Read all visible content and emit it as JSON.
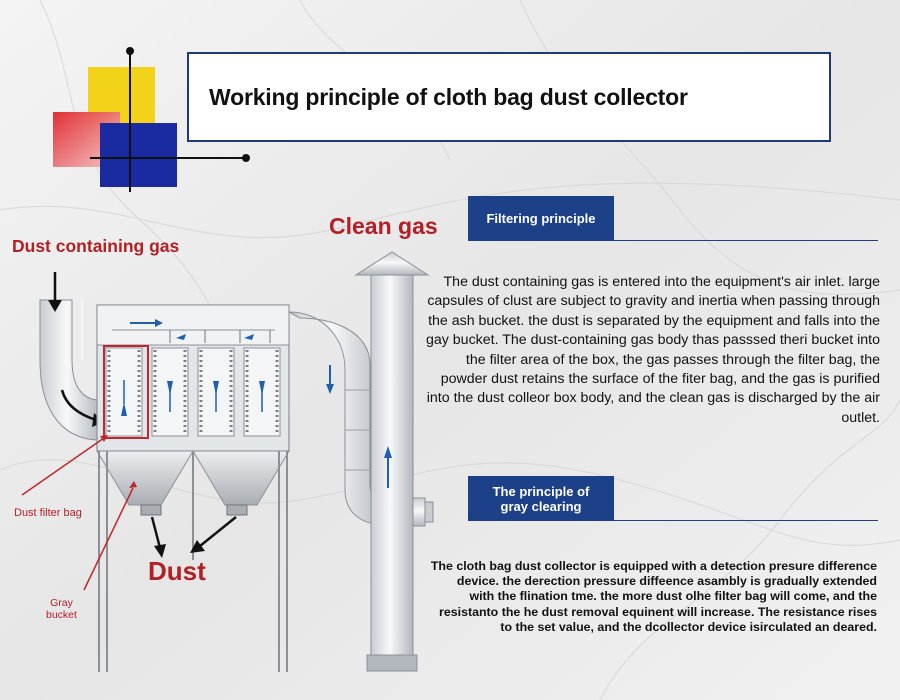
{
  "title": "Working principle of cloth bag dust collector",
  "labels": {
    "dust_containing_gas": "Dust containing gas",
    "clean_gas": "Clean gas",
    "dust": "Dust",
    "dust_filter_bag": "Dust filter bag",
    "gray_bucket_line1": "Gray",
    "gray_bucket_line2": "bucket"
  },
  "sections": [
    {
      "heading": "Filtering principle",
      "text": "The dust containing gas is entered into the equipment's air inlet. large capsules of clust are subject to gravity and inertia when passing through the ash bucket. the dust is separated by the equipment and falls into the gay bucket. The dust-containing gas body thas passsed theri bucket into the filter area of the box, the gas passes through the filter bag, the powder dust retains the surface of the fiter bag, and the gas is purified into the dust colleor box body, and the clean gas is discharged by the air outlet."
    },
    {
      "heading_line1": "The principle of",
      "heading_line2": "gray clearing",
      "text": "The cloth bag dust collector is equipped with a detection presure difference device. the derection pressure diffeence asambly is gradually extended with the flination tme. the more dust olhe filter bag will come, and the resistanto the he dust removal equinent will increase. The resistance rises to the set value, and the dcollector device isirculated an deared."
    }
  ],
  "colors": {
    "navy": "#1c4189",
    "label_red": "#b21f24",
    "logo_yellow": "#f3d21a",
    "logo_blue": "#1a2aa0",
    "logo_red": "#e0262b"
  }
}
